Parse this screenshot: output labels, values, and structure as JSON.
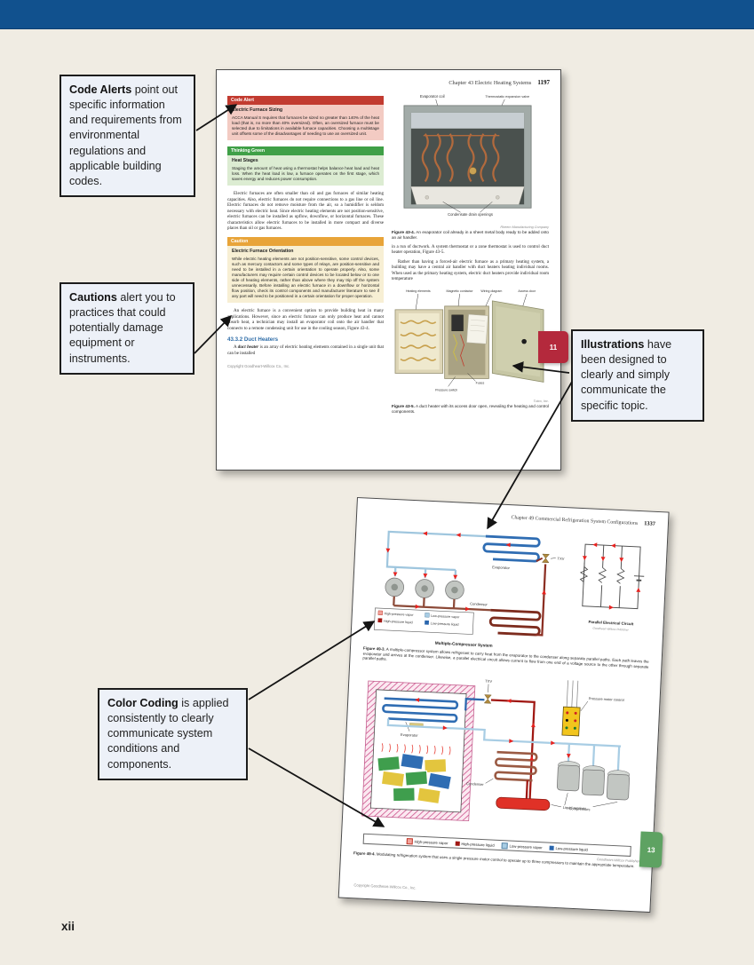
{
  "folio": "xii",
  "colors": {
    "top_bar": "#11518e",
    "background": "#f0ece3",
    "callout_bg": "#edf1f8",
    "code_alert_red": "#c23b30",
    "thinking_green": "#3fa047",
    "caution_orange": "#e8a439",
    "tab_red": "#b4293c",
    "tab_green": "#5ea262",
    "heading_blue": "#2f6da8",
    "high_pressure_vapor": "#f2a39b",
    "high_pressure_liquid": "#a01813",
    "low_pressure_vapor": "#a8cde4",
    "low_pressure_liquid": "#2a66ad"
  },
  "callouts": {
    "code_alerts": {
      "lead": "Code Alerts",
      "rest": " point out specific information and requirements from environmental regulations and applicable building codes."
    },
    "cautions": {
      "lead": "Cautions",
      "rest": " alert you to practices that could potentially damage equipment or instruments."
    },
    "illustrations": {
      "lead": "Illustrations",
      "rest": " have been designed to clearly and simply communicate the specific topic."
    },
    "color_coding": {
      "lead": "Color Coding",
      "rest": " is applied consistently to clearly communicate system conditions and components."
    }
  },
  "page1": {
    "chapter_header": "Chapter 43 Electric Heating Systems",
    "page_number": "1197",
    "tab_number": "11",
    "code_alert": {
      "bar": "Code Alert",
      "title": "Electric Furnace Sizing",
      "body": "ACCA Manual S requires that furnaces be sized no greater than 140% of the heat load (that is, no more than 40% oversized). Often, an oversized furnace must be selected due to limitations in available furnace capacities. Choosing a multistage unit offsets some of the disadvantages of needing to use an oversized unit."
    },
    "thinking_green": {
      "bar": "Thinking Green",
      "title": "Heat Stages",
      "body": "Staging the amount of heat using a thermostat helps balance heat load and heat loss. When the heat load is low, a furnace operates on the first stage, which saves energy and reduces power consumption."
    },
    "para_intro": "Electric furnaces are often smaller than oil and gas furnaces of similar heating capacities. Also, electric furnaces do not require connections to a gas line or oil line. Electric furnaces do not remove moisture from the air, so a humidifier is seldom necessary with electric heat. Since electric heating elements are not position-sensitive, electric furnaces can be installed as upflow, downflow, or horizontal furnaces. These characteristics allow electric furnaces to be installed in more compact and diverse places than oil or gas furnaces.",
    "caution": {
      "bar": "Caution",
      "title": "Electric Furnace Orientation",
      "body": "While electric heating elements are not position-sensitive, some control devices, such as mercury contactors and some types of relays, are position-sensitive and need to be installed in a certain orientation to operate properly. Also, some manufacturers may require certain control devices to be located below or to one side of heating elements, rather than above where they may trip off the system unnecessarily. Before installing an electric furnace in a downflow or horizontal flow position, check its control components and manufacturer literature to see if any part will need to be positioned in a certain orientation for proper operation."
    },
    "para_convenient": "An electric furnace is a convenient option to provide building heat in many applications. However, since an electric furnace can only produce heat and cannot absorb heat, a technician may install an evaporator coil onto the air handler that connects to a remote condensing unit for use in the cooling season, Figure 43-4.",
    "section_heading": "43.3.2 Duct Heaters",
    "para_duct_pre": "A ",
    "para_duct_term": "duct heater",
    "para_duct_post": " is an array of electric heating elements contained in a single unit that can be installed",
    "copyright": "Copyright Goodheart-Willcox Co., Inc.",
    "para_duct_right_1": "in a run of ductwork. A system thermostat or a zone thermostat is used to control duct heater operation, Figure 43-5.",
    "para_duct_right_2": "Rather than having a forced-air electric furnace as a primary heating system, a building may have a central air handler with duct heaters heating individual rooms. When used as the primary heating system, electric duct heaters provide individual room temperature",
    "figure_43_4": {
      "label_evaporator_coil": "Evaporator coil",
      "label_txv": "Thermostatic expansion valve",
      "label_drains": "Condensate drain openings",
      "credit": "Rheem Manufacturing Company",
      "caption_label": "Figure 43-4.",
      "caption": "An evaporator coil already in a sheet metal body ready to be added onto an air handler."
    },
    "figure_43_5": {
      "label_heating_elements": "Heating elements",
      "label_magnetic_contactor": "Magnetic contactor",
      "label_wiring_diagram": "Wiring diagram",
      "label_access_door": "Access door",
      "label_fuses": "Fuses",
      "label_pressure_switch": "Pressure switch",
      "credit": "Tutco, Inc.",
      "caption_label": "Figure 43-5.",
      "caption": "A duct heater with its access door open, revealing the heating and control components."
    }
  },
  "page2": {
    "chapter_header": "Chapter 49 Commercial Refrigeration System Configurations",
    "page_number": "1337",
    "tab_number": "13",
    "copyright": "Copyright Goodheart-Willcox Co., Inc.",
    "figure_49_3": {
      "label_evaporator": "Evaporator",
      "label_txv": "TXV",
      "label_condenser": "Condenser",
      "label_system": "Multiple-Compressor System",
      "label_circuit": "Parallel Electrical Circuit",
      "legend": [
        "High-pressure vapor",
        "High-pressure liquid",
        "Low-pressure vapor",
        "Low-pressure liquid"
      ],
      "credit": "Goodheart-Willcox Publisher",
      "caption_label": "Figure 49-3.",
      "caption": "A multiple-compressor system allows refrigerant to carry heat from the evaporator to the condenser along separate parallel paths. Each path leaves the evaporator and arrives at the condenser. Likewise, a parallel electrical circuit allows current to flow from one end of a voltage source to the other through separate parallel paths."
    },
    "figure_49_4": {
      "label_txv": "TXV",
      "label_pressure_motor_control": "Pressure motor control",
      "label_evaporator": "Evaporator",
      "label_condenser": "Condenser",
      "label_liquid_receiver": "Liquid receiver",
      "label_compressors": "Compressors",
      "legend": [
        "High-pressure vapor",
        "High-pressure liquid",
        "Low-pressure vapor",
        "Low-pressure liquid"
      ],
      "credit": "Goodheart-Willcox Publisher",
      "caption_label": "Figure 49-4.",
      "caption": "Modulating refrigeration system that uses a single pressure motor control to operate up to three compressors to maintain the appropriate temperature."
    }
  }
}
